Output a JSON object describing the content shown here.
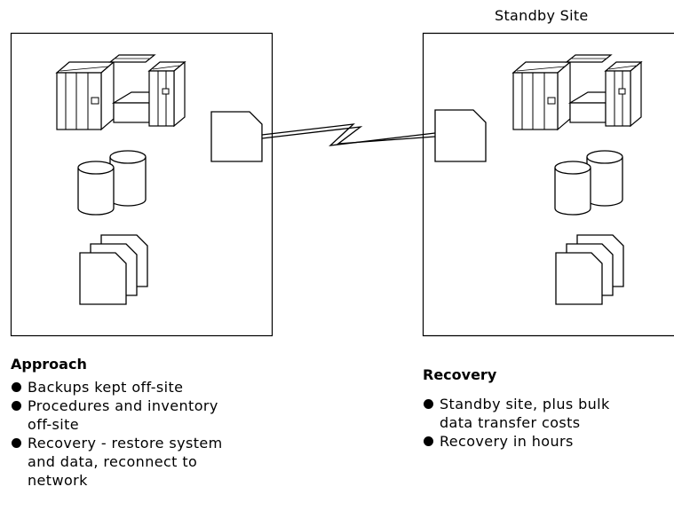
{
  "standby_site": {
    "label": "Standby Site"
  },
  "approach": {
    "heading": "Approach",
    "items": [
      {
        "line1": "Backups kept off-site",
        "line2": "",
        "line3": ""
      },
      {
        "line1": "Procedures and inventory",
        "line2": "off-site",
        "line3": ""
      },
      {
        "line1": "Recovery - restore system",
        "line2": "and data, reconnect to",
        "line3": "network"
      }
    ]
  },
  "recovery": {
    "heading": "Recovery",
    "items": [
      {
        "line1": "Standby site, plus bulk",
        "line2": "data transfer costs"
      },
      {
        "line1": "Recovery in hours",
        "line2": ""
      }
    ]
  }
}
